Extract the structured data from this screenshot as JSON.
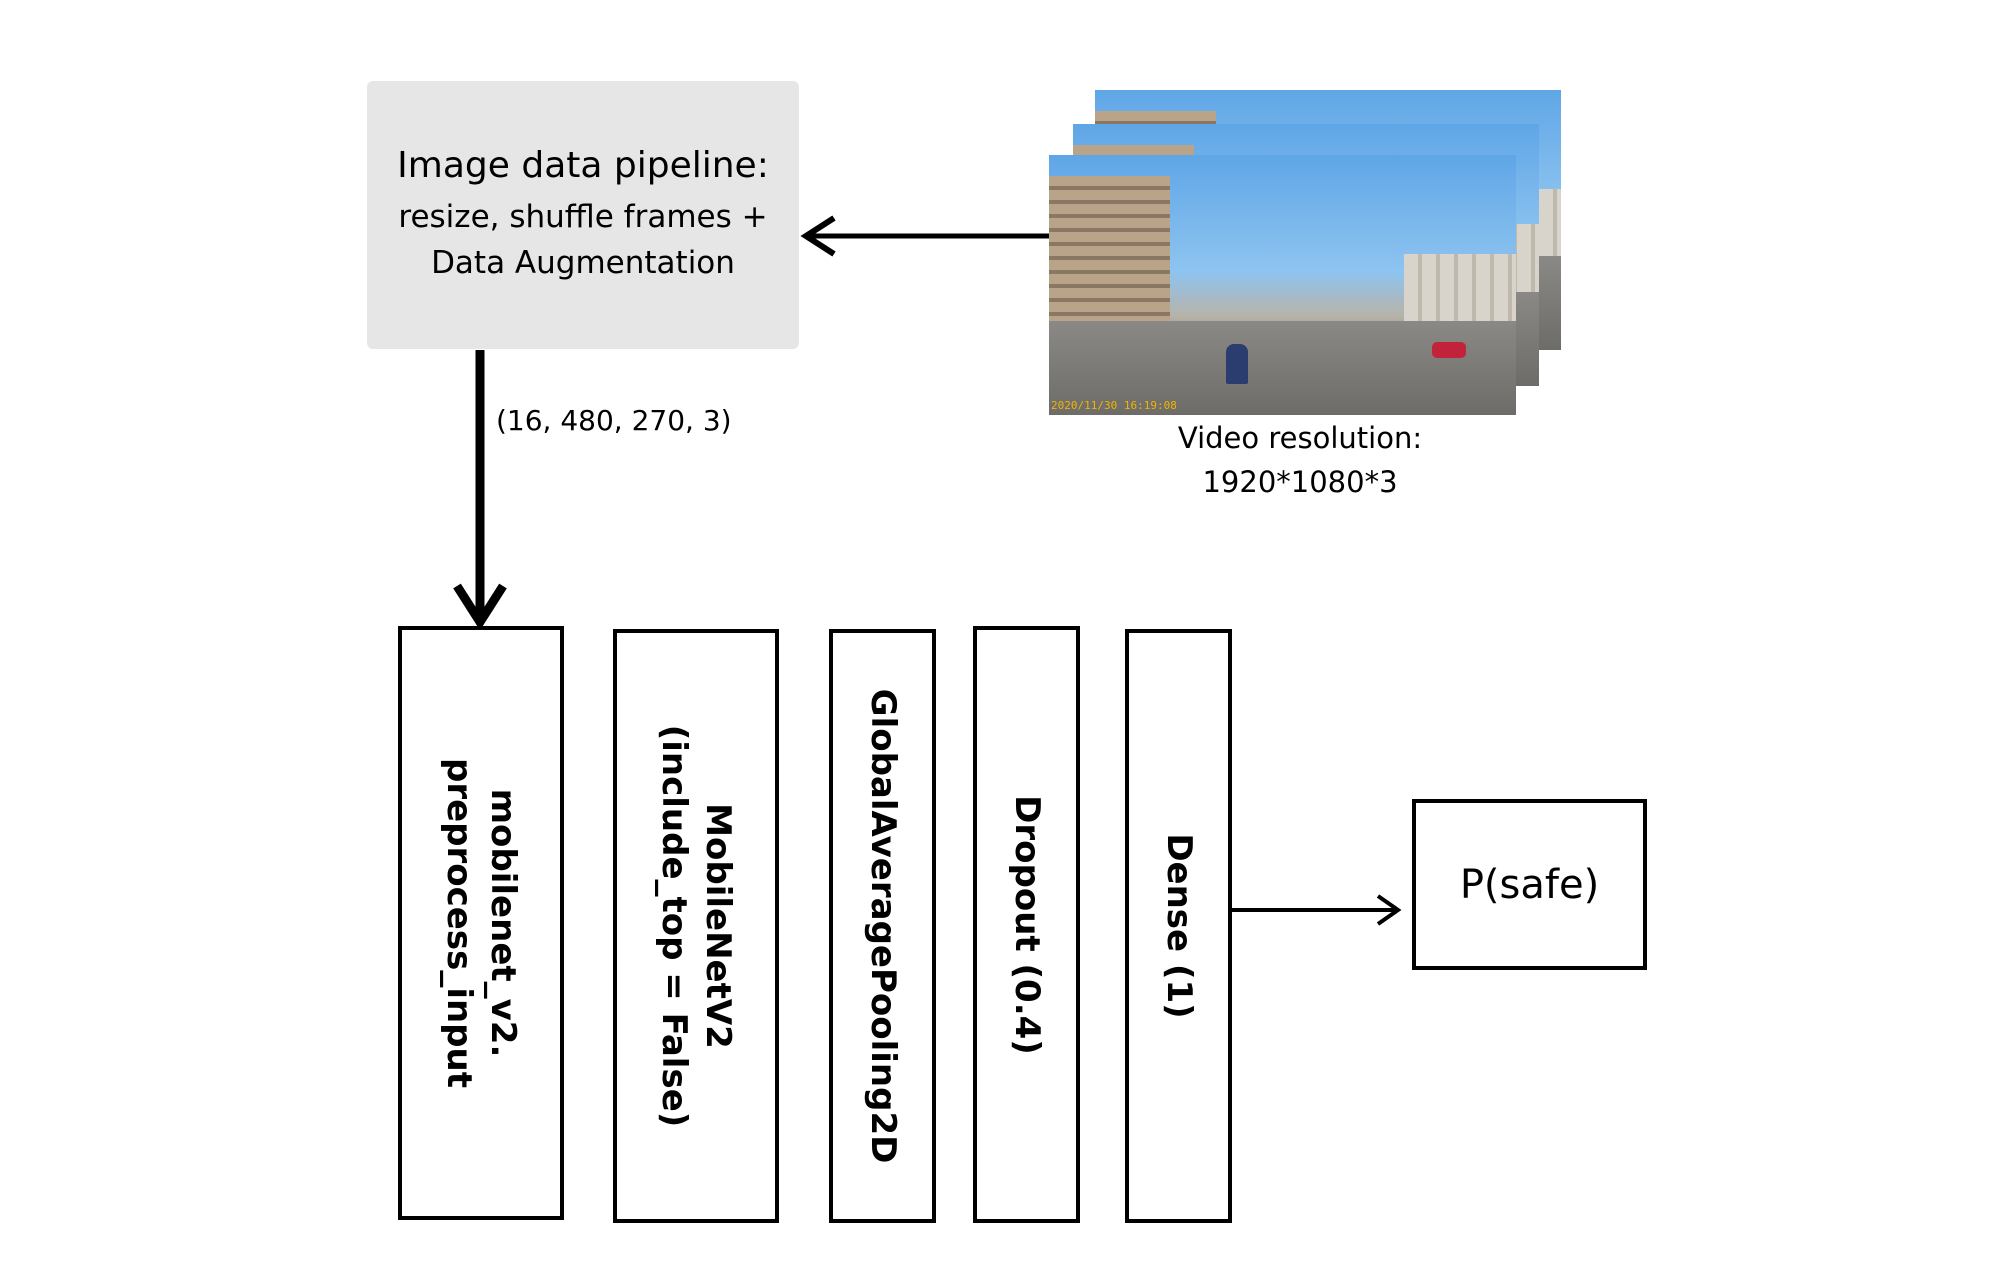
{
  "pipeline": {
    "title": "Image data pipeline:",
    "line1": "resize, shuffle frames +",
    "line2": "Data Augmentation"
  },
  "input_shape": "(16, 480, 270, 3)",
  "video": {
    "timestamp": "2020/11/30 16:19:08",
    "resolution_label": "Video resolution:",
    "resolution_value": "1920*1080*3"
  },
  "layers": [
    {
      "line1": "mobilenet_v2.",
      "line2": "preprocess_input"
    },
    {
      "line1": "MobileNetV2",
      "line2": "(include_top = False)"
    },
    {
      "line1": "GlobalAveragePooling2D",
      "line2": ""
    },
    {
      "line1": "Dropout (0.4)",
      "line2": ""
    },
    {
      "line1": "Dense (1)",
      "line2": ""
    }
  ],
  "output": {
    "label": "P(safe)"
  },
  "colors": {
    "pipeline_box": "#e6e6e6",
    "stroke": "#000000"
  }
}
